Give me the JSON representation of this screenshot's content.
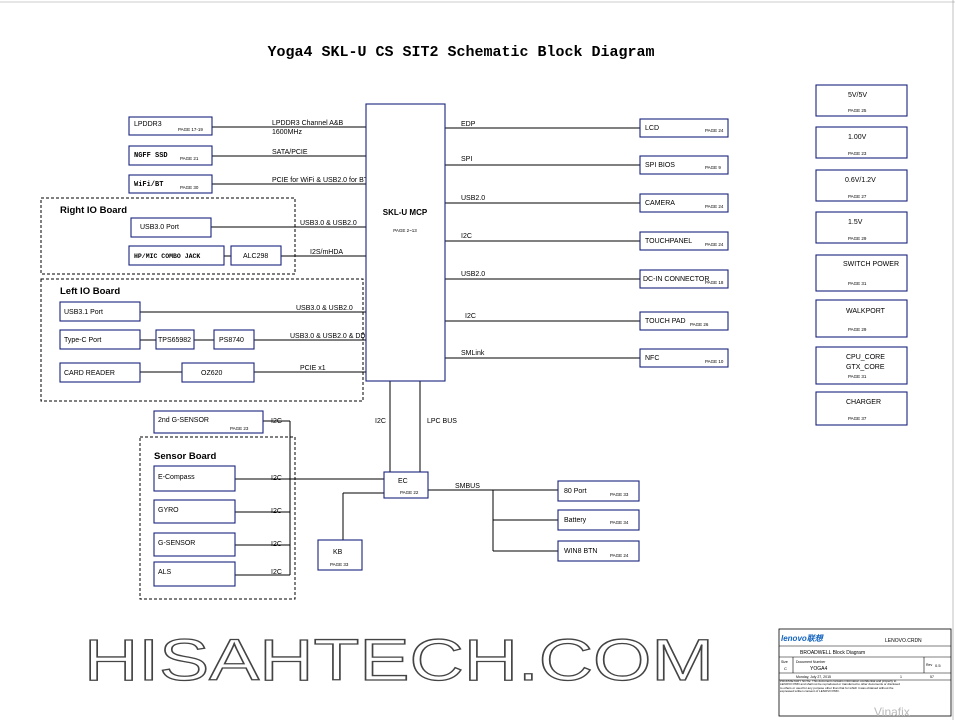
{
  "title": "Yoga4 SKL-U CS SIT2 Schematic Block Diagram",
  "mcp": {
    "label": "SKL-U MCP",
    "page": "PAGE 2~13"
  },
  "left_blocks": {
    "lpddr3": {
      "label": "LPDDR3",
      "page": "PAGE 17-19",
      "signal": "LPDDR3 Channel A&B",
      "signal2": "1600MHz"
    },
    "ngff": {
      "label": "NGFF SSD",
      "page": "PAGE 21",
      "signal": "SATA/PCIE"
    },
    "wifi": {
      "label": "WiFi/BT",
      "page": "PAGE 30",
      "signal": "PCIE for WiFi & USB2.0 for BT"
    }
  },
  "right_io": {
    "group": "Right IO Board",
    "usb30": {
      "label": "USB3.0 Port",
      "signal": "USB3.0 & USB2.0"
    },
    "hp": {
      "label": "HP/MIC COMBO JACK"
    },
    "alc": {
      "label": "ALC298",
      "signal": "I2S/mHDA"
    }
  },
  "left_io": {
    "group": "Left IO Board",
    "usb31": {
      "label": "USB3.1 Port",
      "signal": "USB3.0 & USB2.0"
    },
    "typec": {
      "label": "Type-C Port",
      "signal": "USB3.0 & USB2.0 & DDI"
    },
    "tps": {
      "label": "TPS65982"
    },
    "ps": {
      "label": "PS8740"
    },
    "card": {
      "label": "CARD READER",
      "signal": "PCIE x1"
    },
    "oz": {
      "label": "OZ620"
    }
  },
  "right_blocks": [
    {
      "label": "LCD",
      "page": "PAGE 24",
      "signal": "EDP"
    },
    {
      "label": "SPI BIOS",
      "page": "PAGE 9",
      "signal": "SPI"
    },
    {
      "label": "CAMERA",
      "page": "PAGE 24",
      "signal": "USB2.0"
    },
    {
      "label": "TOUCHPANEL",
      "page": "PAGE 24",
      "signal": "I2C"
    },
    {
      "label": "DC-IN CONNECTOR",
      "page": "PAGE 18",
      "signal": "USB2.0"
    },
    {
      "label": "TOUCH PAD",
      "page": "PAGE 26",
      "signal": "I2C"
    },
    {
      "label": "NFC",
      "page": "PAGE 10",
      "signal": "SMLink"
    }
  ],
  "power_blocks": [
    {
      "label": "5V/5V",
      "label2": "",
      "page": "PAGE 25"
    },
    {
      "label": "1.00V",
      "label2": "",
      "page": "PAGE 23"
    },
    {
      "label": "0.6V/1.2V",
      "label2": "",
      "page": "PAGE 27"
    },
    {
      "label": "1.5V",
      "label2": "",
      "page": "PAGE 29"
    },
    {
      "label": "SWITCH POWER",
      "label2": "",
      "page": "PAGE 31"
    },
    {
      "label": "WALKPORT",
      "label2": "",
      "page": "PAGE 29"
    },
    {
      "label": "CPU_CORE",
      "label2": "GTX_CORE",
      "page": "PAGE 31"
    },
    {
      "label": "CHARGER",
      "label2": "",
      "page": "PAGE 37"
    }
  ],
  "bus": {
    "i2c": "I2C",
    "lpc": "LPC BUS",
    "smbus": "SMBUS"
  },
  "ec": {
    "label": "EC",
    "page": "PAGE 22"
  },
  "kb": {
    "label": "KB",
    "page": "PAGE 33"
  },
  "g2": {
    "label": "2nd G-SENSOR",
    "page": "PAGE 23",
    "signal": "I2C"
  },
  "sensor": {
    "group": "Sensor Board",
    "items": [
      {
        "label": "E-Compass",
        "signal": "I2C"
      },
      {
        "label": "GYRO",
        "signal": "I2C"
      },
      {
        "label": "G-SENSOR",
        "signal": "I2C"
      },
      {
        "label": "ALS",
        "signal": "I2C"
      }
    ]
  },
  "ec_blocks": [
    {
      "label": "80 Port",
      "page": "PAGE 33"
    },
    {
      "label": "Battery",
      "page": "PAGE 34"
    },
    {
      "label": "WIN8 BTN",
      "page": "PAGE 24"
    }
  ],
  "titleblock": {
    "brand": "lenovo联想",
    "company": "LENOVO.CRDN",
    "doc_title": "BROADWELL Block Diagram",
    "size_label": "Size",
    "size_val": "C",
    "docnum_label": "Document Number",
    "docnum": "YOGA4",
    "rev_label": "Rev",
    "rev": "0.5",
    "date": "Monday, July 27, 2015",
    "sheet": "1",
    "of": "57",
    "note": "PROPRIETARY NOTE: This document contains information confidential and property to LENOVO PRD and shall not be reproduced or transferred to other documents or disclosed to others or used for any purpose other than that for which it was obtained without the expressed written consent of LENOVO PRD."
  },
  "watermark": "HISAHTECH.COM",
  "watermark2": "Vinafix"
}
